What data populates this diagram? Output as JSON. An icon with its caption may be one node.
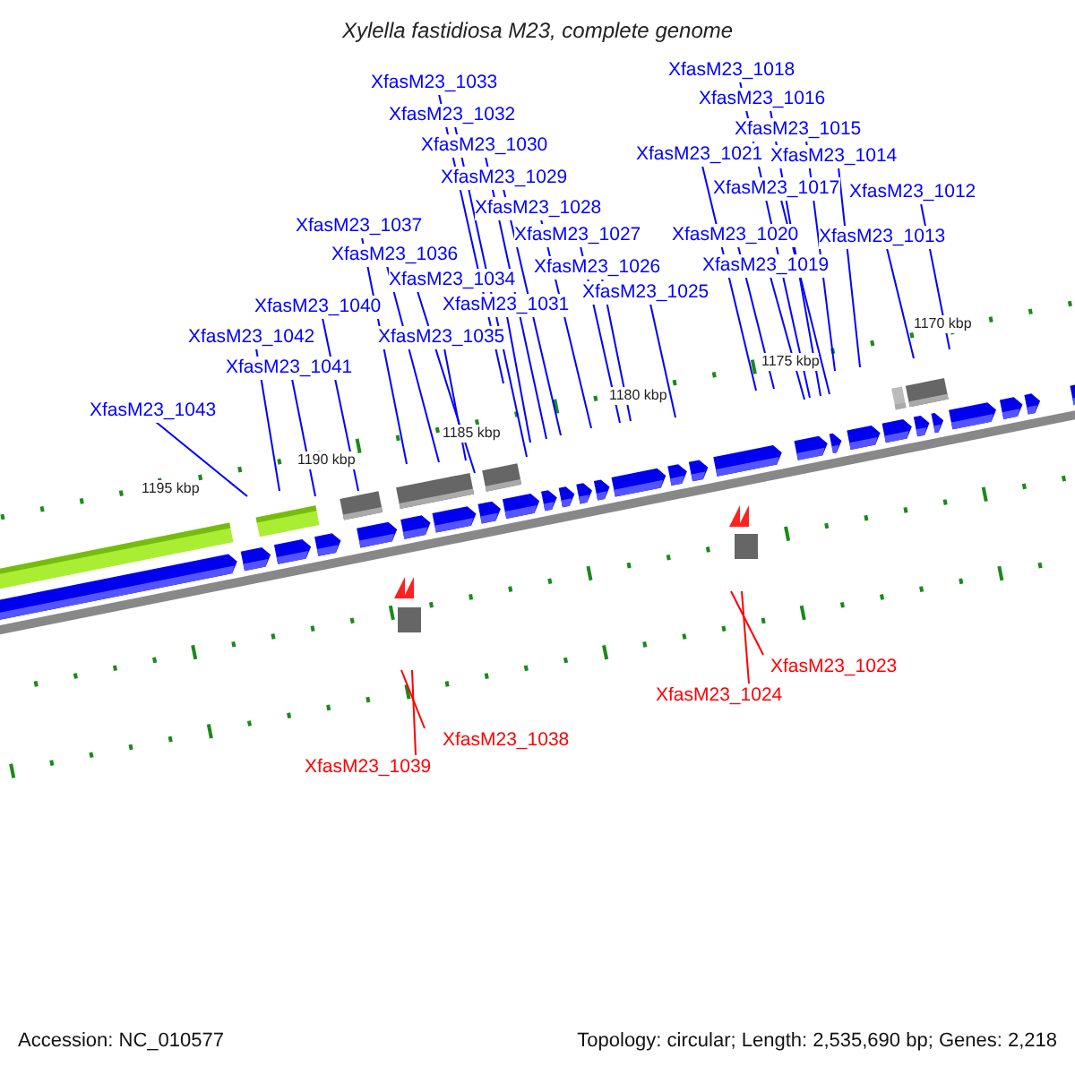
{
  "diagram": {
    "title": "Xylella fastidiosa M23, complete genome",
    "nodes": [
      {
        "text": [
          "XfasM23_1018"
        ]
      },
      {
        "text": [
          "XfasM23_1033"
        ]
      },
      {
        "text": [
          "XfasM23_1016"
        ]
      },
      {
        "text": [
          "XfasM23_1032"
        ]
      },
      {
        "text": [
          "XfasM23_1015"
        ]
      },
      {
        "text": [
          "XfasM23_1030"
        ]
      },
      {
        "text": [
          "XfasM23_1021"
        ]
      },
      {
        "text": [
          "XfasM23_1014"
        ]
      },
      {
        "text": [
          "XfasM23_1029"
        ]
      },
      {
        "text": [
          "XfasM23_1017"
        ]
      },
      {
        "text": [
          "XfasM23_1012"
        ]
      },
      {
        "text": [
          "XfasM23_1028"
        ]
      },
      {
        "text": [
          "XfasM23_1037"
        ]
      },
      {
        "text": [
          "XfasM23_1027"
        ]
      },
      {
        "text": [
          "XfasM23_1020"
        ]
      },
      {
        "text": [
          "XfasM23_1013"
        ]
      },
      {
        "text": [
          "XfasM23_1036"
        ]
      },
      {
        "text": [
          "XfasM23_1019"
        ]
      },
      {
        "text": [
          "XfasM23_1026"
        ]
      },
      {
        "text": [
          "XfasM23_1034"
        ]
      },
      {
        "text": [
          "XfasM23_1025"
        ]
      },
      {
        "text": [
          "XfasM23_1040"
        ]
      },
      {
        "text": [
          "XfasM23_1031"
        ]
      },
      {
        "text": [
          "XfasM23_1042"
        ]
      },
      {
        "text": [
          "XfasM23_1035"
        ]
      },
      {
        "text": [
          "XfasM23_1041"
        ]
      },
      {
        "text": [
          "XfasM23_1043"
        ]
      },
      {
        "text": [
          "XfasM23_1023"
        ]
      },
      {
        "text": [
          "XfasM23_1024"
        ]
      },
      {
        "text": [
          "XfasM23_1038"
        ]
      },
      {
        "text": [
          "XfasM23_1039"
        ]
      }
    ],
    "edges": [
      {
        "from": 0,
        "to": null,
        "arrow": "none"
      },
      {
        "from": 1,
        "to": null,
        "arrow": "none"
      },
      {
        "from": 2,
        "to": null,
        "arrow": "none"
      },
      {
        "from": 3,
        "to": null,
        "arrow": "none"
      },
      {
        "from": 4,
        "to": null,
        "arrow": "none"
      },
      {
        "from": 5,
        "to": null,
        "arrow": "none"
      },
      {
        "from": 6,
        "to": null,
        "arrow": "none"
      },
      {
        "from": 7,
        "to": null,
        "arrow": "none"
      },
      {
        "from": 8,
        "to": null,
        "arrow": "none"
      },
      {
        "from": 9,
        "to": null,
        "arrow": "none"
      },
      {
        "from": 10,
        "to": null,
        "arrow": "none"
      },
      {
        "from": 11,
        "to": null,
        "arrow": "none"
      },
      {
        "from": 12,
        "to": null,
        "arrow": "none"
      },
      {
        "from": 13,
        "to": null,
        "arrow": "none"
      },
      {
        "from": 14,
        "to": null,
        "arrow": "none"
      },
      {
        "from": 15,
        "to": null,
        "arrow": "none"
      },
      {
        "from": 16,
        "to": null,
        "arrow": "none"
      },
      {
        "from": 17,
        "to": null,
        "arrow": "none"
      },
      {
        "from": 18,
        "to": null,
        "arrow": "none"
      },
      {
        "from": 19,
        "to": null,
        "arrow": "none"
      },
      {
        "from": 20,
        "to": null,
        "arrow": "none"
      },
      {
        "from": 21,
        "to": null,
        "arrow": "none"
      },
      {
        "from": 22,
        "to": null,
        "arrow": "none"
      },
      {
        "from": 23,
        "to": null,
        "arrow": "none"
      },
      {
        "from": 24,
        "to": null,
        "arrow": "none"
      },
      {
        "from": 25,
        "to": null,
        "arrow": "none"
      },
      {
        "from": 26,
        "to": null,
        "arrow": "none"
      },
      {
        "from": 27,
        "to": null,
        "arrow": "none",
        "color": "#ff0000"
      },
      {
        "from": 28,
        "to": null,
        "arrow": "none",
        "color": "#ff0000"
      },
      {
        "from": 29,
        "to": null,
        "arrow": "none",
        "color": "#ff0000"
      },
      {
        "from": 30,
        "to": null,
        "arrow": "none",
        "color": "#ff0000"
      }
    ],
    "labels": [
      "1170 kbp",
      "1175 kbp",
      "1180 kbp",
      "1185 kbp",
      "1190 kbp",
      "1195 kbp",
      "Accession: NC_010577",
      "Topology: circular; Length: 2,535,690 bp; Genes: 2,218"
    ]
  }
}
